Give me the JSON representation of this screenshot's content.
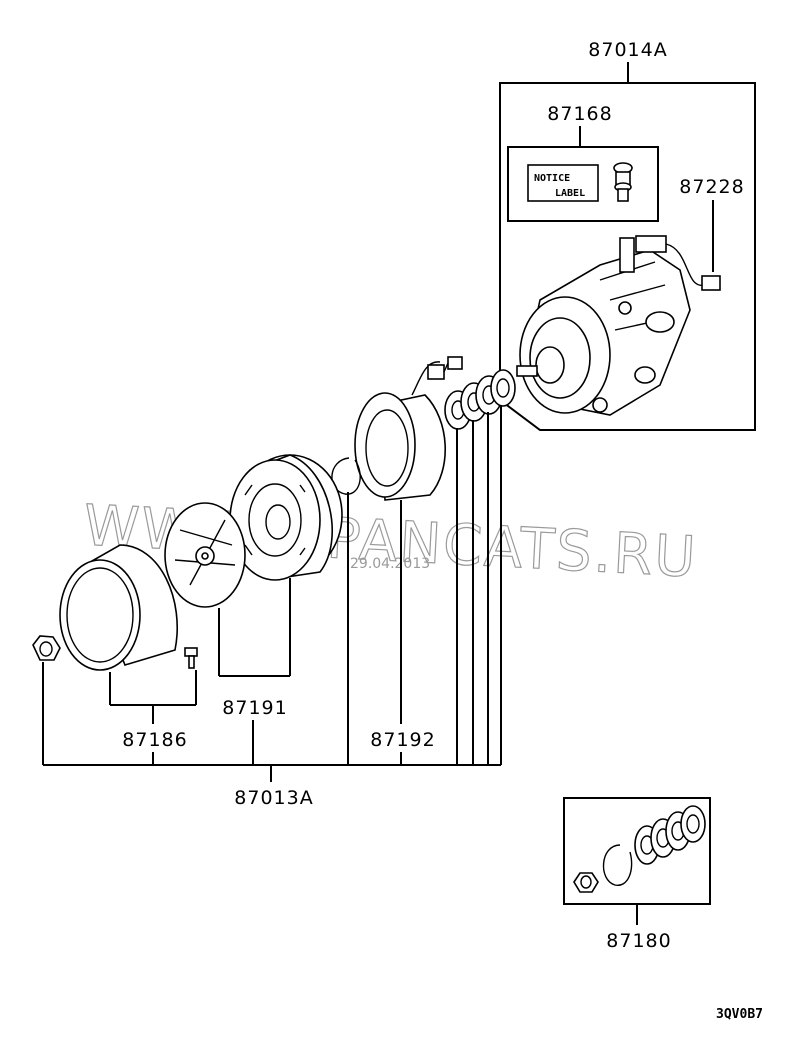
{
  "parts": {
    "p87014A": "87014A",
    "p87168": "87168",
    "p87228": "87228",
    "p87186": "87186",
    "p87191": "87191",
    "p87192": "87192",
    "p87013A": "87013A",
    "p87180": "87180"
  },
  "notice_label": {
    "line1": "NOTICE",
    "line2": "LABEL"
  },
  "watermark": "WWW.JAPANCATS.RU",
  "watermark_date": "29.04.2013",
  "diagram_code": "3QV0B7"
}
